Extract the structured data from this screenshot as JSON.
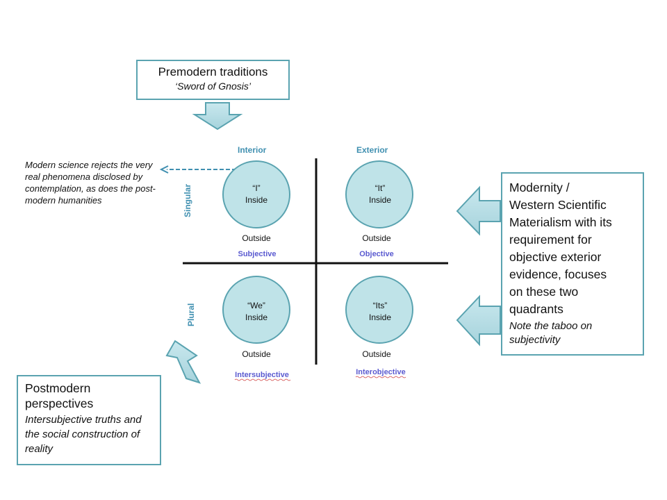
{
  "premodern": {
    "title": "Premodern traditions",
    "subtitle": "‘Sword of Gnosis’"
  },
  "modernity": {
    "text": "Modernity  /\nWestern Scientific\nMaterialism with its\nrequirement for\nobjective exterior\nevidence, focuses\non these two\nquadrants",
    "note": "Note the taboo on subjectivity"
  },
  "postmodern": {
    "title": "Postmodern\nperspectives",
    "subtitle": "Intersubjective truths and the social construction of reality"
  },
  "science_note": "Modern science rejects the very real  phenomena disclosed by contemplation, as does the post-modern humanities",
  "quadrant": {
    "interior": "Interior",
    "exterior": "Exterior",
    "singular": "Singular",
    "plural": "Plural",
    "i": {
      "label": "“I”",
      "inside": "Inside",
      "outside": "Outside",
      "type": "Subjective"
    },
    "it": {
      "label": "“It”",
      "inside": "Inside",
      "outside": "Outside",
      "type": "Objective"
    },
    "we": {
      "label": "“We”",
      "inside": "Inside",
      "outside": "Outside",
      "type": "Intersubjective"
    },
    "its": {
      "label": "“Its”",
      "inside": "Inside",
      "outside": "Outside",
      "type": "Interobjective"
    }
  },
  "colors": {
    "box_border": "#5aa3b0",
    "arrow_fill": "#b9dfe6",
    "circle_fill": "#bfe3e8",
    "axis": "#111111",
    "accent": "#3f8fb0"
  }
}
